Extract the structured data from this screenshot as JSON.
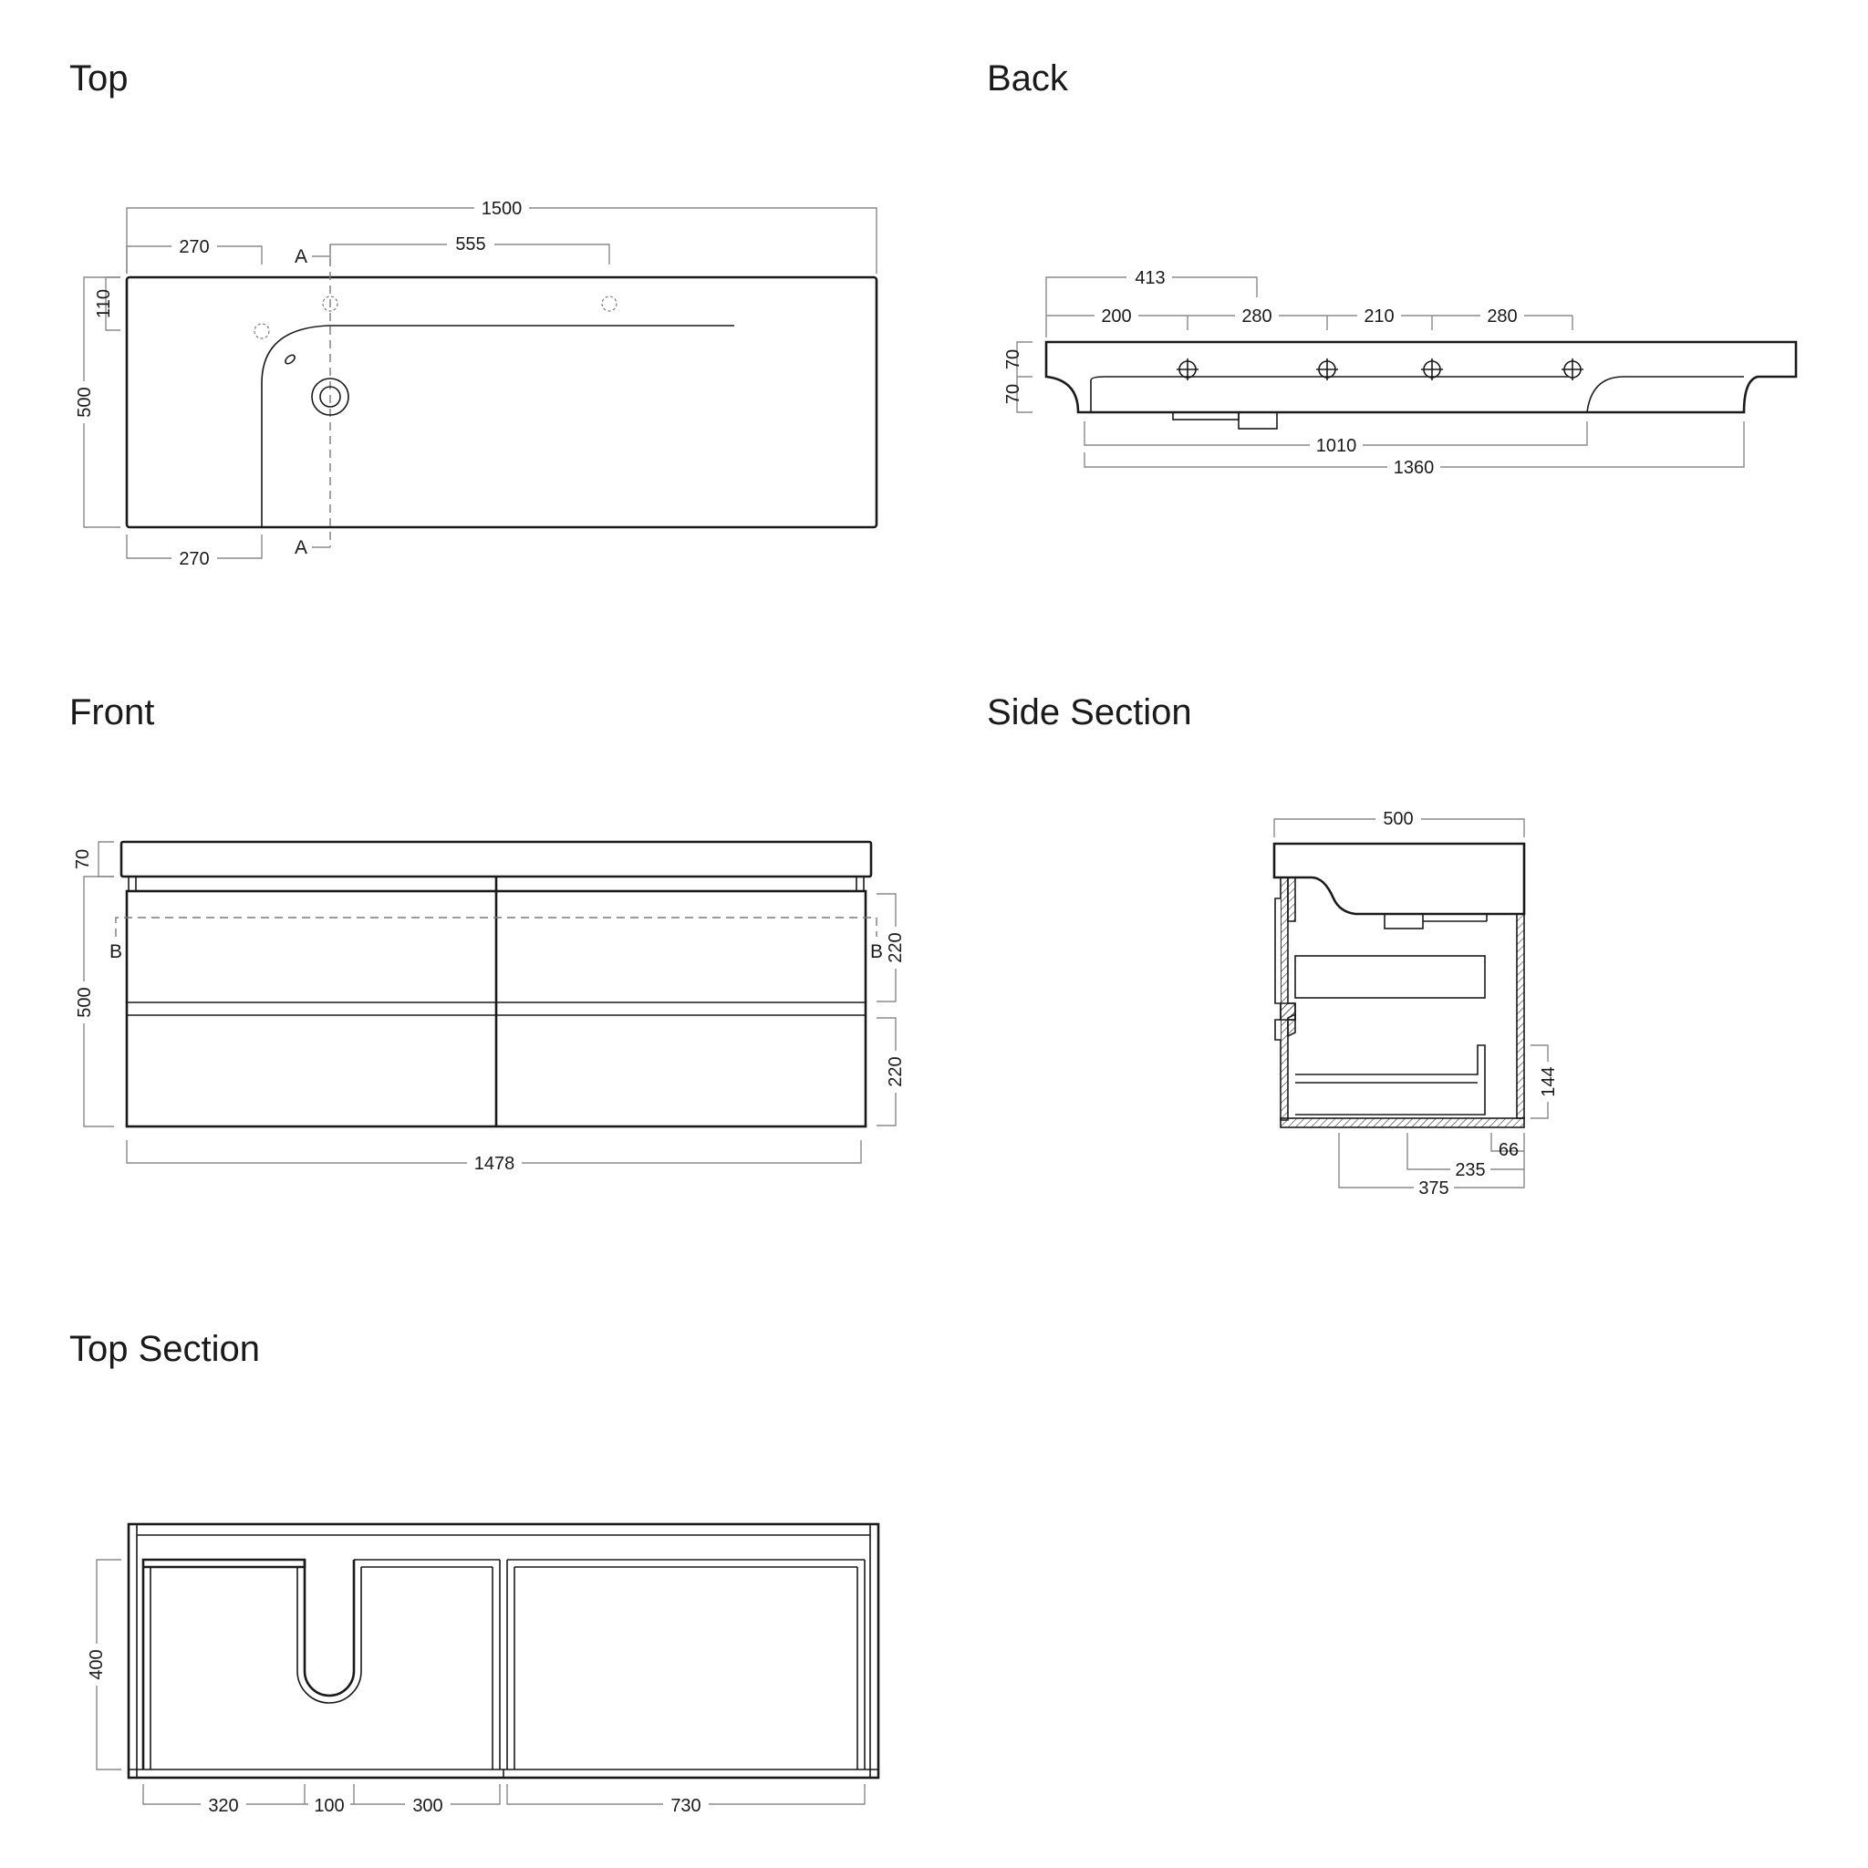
{
  "views": {
    "top": {
      "title": "Top",
      "section_label": "A",
      "dims": {
        "overall_width": "1500",
        "left_offset_top": "270",
        "tap_spacing": "555",
        "tap_from_back": "110",
        "depth": "500",
        "left_offset_bottom": "270"
      }
    },
    "back": {
      "title": "Back",
      "dims": {
        "first_hole": "413",
        "hole_1": "200",
        "hole_2": "280",
        "hole_3": "210",
        "hole_4": "280",
        "top_thickness": "70",
        "basin_depth": "70",
        "inner_width": "1010",
        "outer_width": "1360"
      }
    },
    "front": {
      "title": "Front",
      "section_label": "B",
      "dims": {
        "top_thickness": "70",
        "height": "500",
        "drawer_upper": "220",
        "drawer_lower": "220",
        "width": "1478"
      }
    },
    "side_section": {
      "title": "Side Section",
      "dims": {
        "depth": "500",
        "drawer_height": "144",
        "offset_66": "66",
        "offset_235": "235",
        "offset_375": "375"
      }
    },
    "top_section": {
      "title": "Top Section",
      "dims": {
        "depth": "400",
        "seg_1": "320",
        "seg_2": "100",
        "seg_3": "300",
        "seg_4": "730"
      }
    }
  }
}
